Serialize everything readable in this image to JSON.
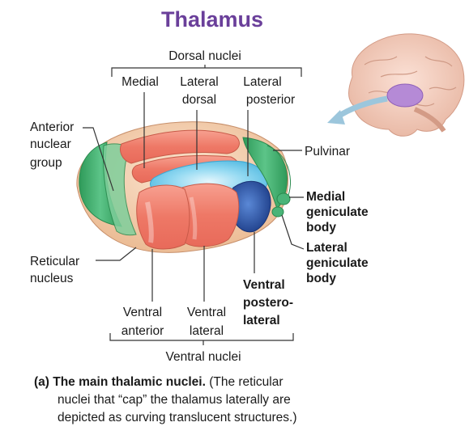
{
  "title": "Thalamus",
  "labels": {
    "dorsal_nuclei": "Dorsal nuclei",
    "medial": "Medial",
    "lateral_dorsal": [
      "Lateral",
      "dorsal"
    ],
    "lateral_posterior": [
      "Lateral",
      "posterior"
    ],
    "anterior_nuclear_group": [
      "Anterior",
      "nuclear",
      "group"
    ],
    "pulvinar": "Pulvinar",
    "medial_geniculate_body": [
      "Medial",
      "geniculate",
      "body"
    ],
    "lateral_geniculate_body": [
      "Lateral",
      "geniculate",
      "body"
    ],
    "reticular_nucleus": [
      "Reticular",
      "nucleus"
    ],
    "ventral_posterolateral": [
      "Ventral",
      "postero-",
      "lateral"
    ],
    "ventral_anterior": [
      "Ventral",
      "anterior"
    ],
    "ventral_lateral": [
      "Ventral",
      "lateral"
    ],
    "ventral_nuclei": "Ventral nuclei"
  },
  "caption": {
    "bold_part": "(a) The main thalamic nuclei.",
    "line1_rest": " (The reticular",
    "line2": "nuclei that “cap” the thalamus laterally are",
    "line3": "depicted as curving translucent structures.)"
  },
  "colors": {
    "title": "#6a3f9a",
    "salmon": "#ef7c6c",
    "green": "#3fae6a",
    "light_blue": "#7fd0ee",
    "dark_blue": "#2c55a8",
    "tan": "#f2c9a4",
    "brain": "#f3cfc0",
    "brain_highlight": "#b58ad6",
    "arrow": "#9cc6dc"
  }
}
